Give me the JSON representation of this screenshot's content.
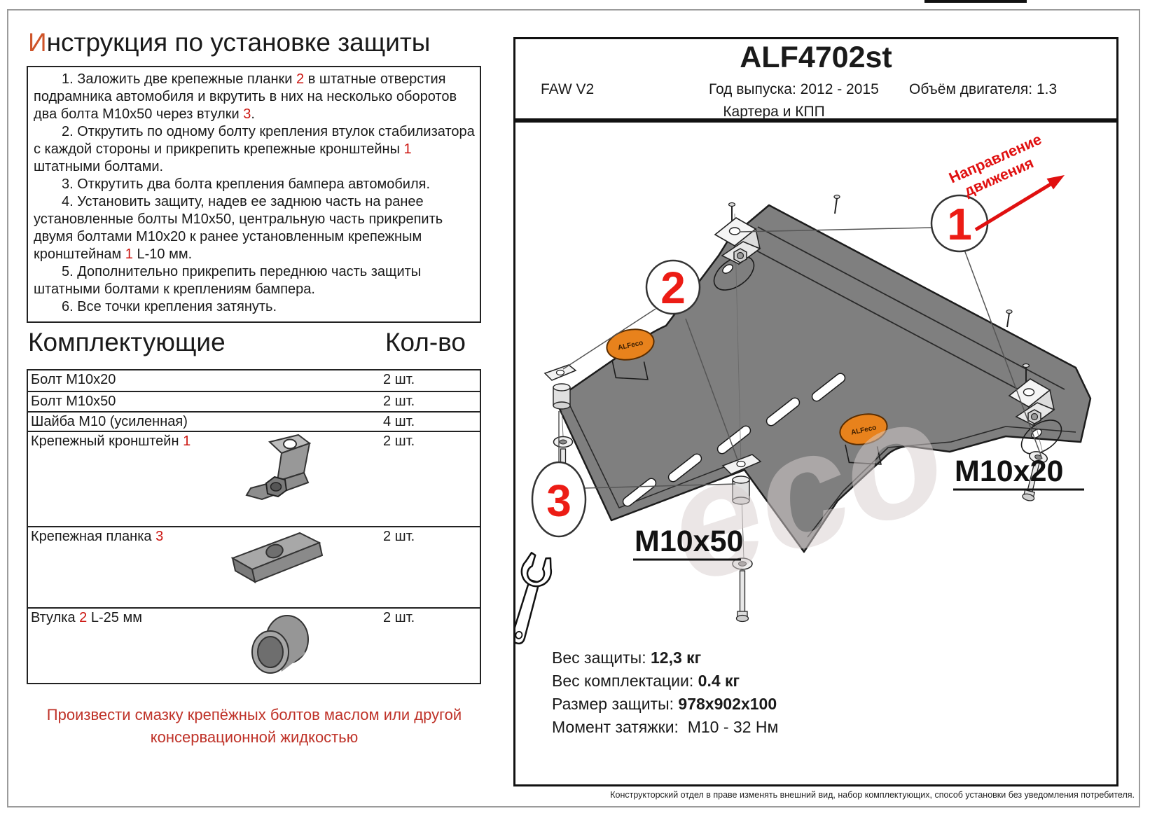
{
  "title": {
    "accent": "И",
    "rest": "нструкция по установке защиты"
  },
  "instructions": {
    "step1": {
      "a": "1. Заложить две крепежные планки ",
      "n1": "2",
      "b": " в штатные отверстия подрамника автомобиля и вкрутить в них на несколько оборотов два болта М10х50 через втулки ",
      "n2": "3",
      "c": "."
    },
    "step2": {
      "a": "2. Открутить по одному болту крепления втулок стабилизатора с каждой стороны и прикрепить крепежные кронштейны ",
      "n1": "1",
      "b": " штатными болтами."
    },
    "step3": {
      "a": "3. Открутить два болта крепления бампера автомобиля."
    },
    "step4": {
      "a": "4. Установить защиту, надев ее заднюю часть на ранее установленные болты М10х50, центральную часть прикрепить двумя болтами М10х20 к ранее установленным крепежным кронштейнам ",
      "n1": "1",
      "b": " L-10 мм."
    },
    "step5": {
      "a": "5. Дополнительно прикрепить переднюю часть защиты штатными болтами к креплениям бампера."
    },
    "step6": {
      "a": "6. Все точки крепления затянуть."
    }
  },
  "components": {
    "heading": "Комплектующие",
    "qty_heading": "Кол-во",
    "rows": [
      {
        "name_a": "Болт М10х20",
        "num": "",
        "name_b": "",
        "qty": "2 шт."
      },
      {
        "name_a": "Болт М10х50",
        "num": "",
        "name_b": "",
        "qty": "2 шт."
      },
      {
        "name_a": "Шайба М10 (усиленная)",
        "num": "",
        "name_b": "",
        "qty": "4 шт."
      },
      {
        "name_a": "Крепежный кронштейн ",
        "num": "1",
        "name_b": "",
        "qty": "2 шт."
      },
      {
        "name_a": "Крепежная планка ",
        "num": "3",
        "name_b": "",
        "qty": "2 шт."
      },
      {
        "name_a": "Втулка ",
        "num": "2",
        "name_b": " L-25 мм",
        "qty": "2 шт."
      }
    ]
  },
  "note": {
    "text": "Произвести смазку крепёжных болтов маслом или другой консервационной жидкостью"
  },
  "header": {
    "part_code": "ALF4702st",
    "model": "FAW V2",
    "year_label": "Год выпуска: 2012 - 2015",
    "engine_label": "Объём двигателя: 1.3",
    "protection_type": "Картера и КПП"
  },
  "diagram": {
    "direction_line1": "Направление",
    "direction_line2": "движения",
    "callout_1": "1",
    "callout_2": "2",
    "callout_3": "3",
    "label_m10x50": "M10x50",
    "label_m10x20": "M10x20",
    "logo_text": "ALFeco",
    "watermark": "eco"
  },
  "specs": {
    "weight_label": "Вес защиты:",
    "weight_value": "12,3 кг",
    "kit_weight_label": "Вес комплектации:",
    "kit_weight_value": "0.4 кг",
    "size_label": "Размер защиты:",
    "size_value": "978x902x100",
    "torque_label": "Момент затяжки:",
    "torque_value": "М10 - 32 Нм"
  },
  "footer": {
    "disclaimer": "Конструкторский отдел в праве изменять внешний вид, набор комплектующих, способ установки без уведомления потребителя."
  },
  "colors": {
    "accent_red": "#ec1c15",
    "title_accent": "#cf5429",
    "note_red": "#bf3228",
    "plate_gray": "#7f7f7f",
    "logo_orange": "#e8821c"
  }
}
